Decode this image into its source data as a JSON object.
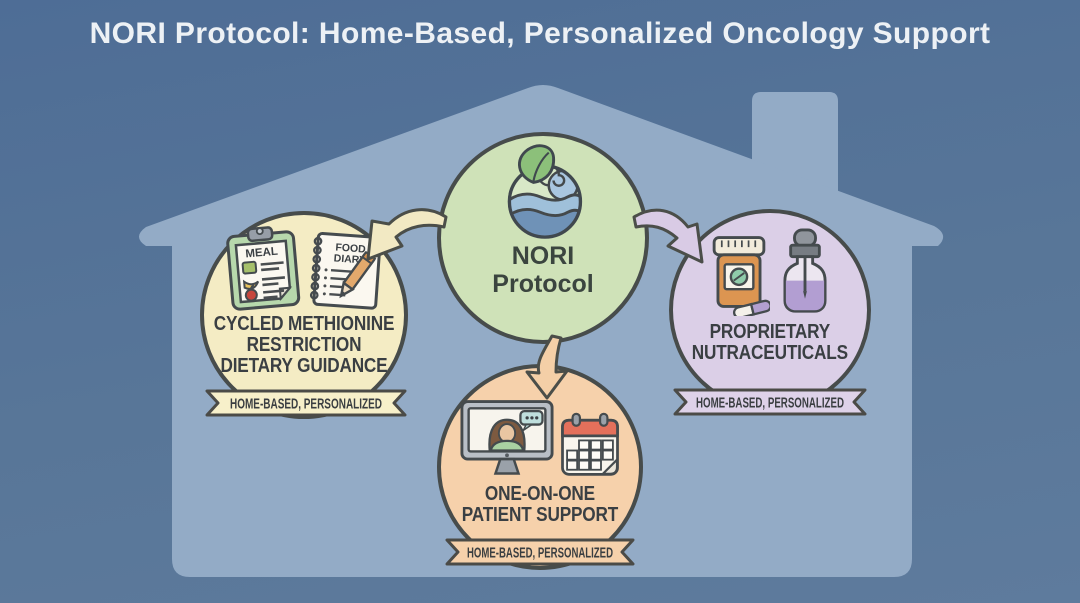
{
  "title": "NORI Protocol: Home-Based, Personalized Oncology Support",
  "hub": {
    "line1": "NORI",
    "line2": "Protocol",
    "logo_icon": "leaf-wave-logo",
    "fill": "#cfe2b8"
  },
  "nodes": {
    "diet": {
      "lines": [
        "CYCLED METHIONINE",
        "RESTRICTION",
        "DIETARY GUIDANCE"
      ],
      "badge": "HOME-BASED, PERSONALIZED",
      "icons": [
        "meal-clipboard-icon",
        "food-diary-icon"
      ],
      "icon_text": {
        "meal": "MEAL",
        "diary_line1": "FOOD",
        "diary_line2": "DIARY"
      },
      "fill": "#f4ecc4"
    },
    "nutraceuticals": {
      "lines": [
        "PROPRIETARY",
        "NUTRACEUTICALS"
      ],
      "badge": "HOME-BASED, PERSONALIZED",
      "icons": [
        "pill-bottle-icon",
        "dropper-bottle-icon"
      ],
      "fill": "#dbcfe7"
    },
    "support": {
      "lines": [
        "ONE-ON-ONE",
        "PATIENT SUPPORT"
      ],
      "badge": "HOME-BASED, PERSONALIZED",
      "icons": [
        "video-call-icon",
        "calendar-icon"
      ],
      "fill": "#f6d1ab"
    }
  },
  "palette": {
    "background": "#56749b",
    "house": "#93abc6",
    "outline": "#474c4b",
    "title_color": "#edf1f5",
    "hub_green": "#cfe2b8",
    "diet_yellow": "#f4ecc4",
    "nutraceutical_purple": "#dbcfe7",
    "support_peach": "#f6d1ab"
  }
}
